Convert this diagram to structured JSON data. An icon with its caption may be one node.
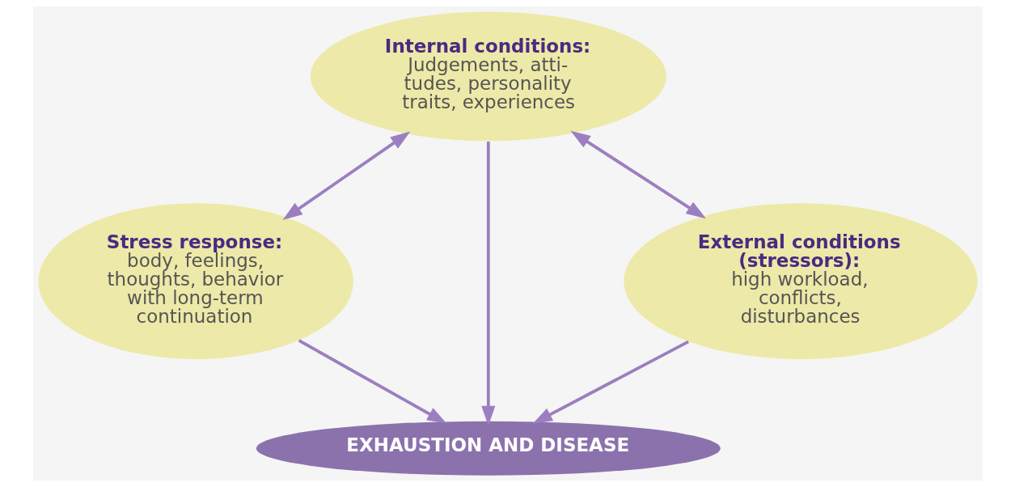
{
  "diagram": {
    "nodes": [
      {
        "text": [
          "Internal conditions:",
          "Judgements, atti- tudes, personality traits, experiences"
        ]
      },
      {
        "text": [
          "External conditions (stressors):",
          "high workload, conflicts, disturbances"
        ]
      },
      {
        "text": [
          "Stress response:",
          "body, feelings, thoughts, behavior with long-term continuation"
        ]
      },
      {
        "text": [
          "EXHAUSTION AND DISEASE"
        ]
      }
    ],
    "edges": [
      {
        "from": 1,
        "to": 0,
        "arrow": "both"
      },
      {
        "from": 0,
        "to": 2,
        "arrow": "both"
      },
      {
        "from": 1,
        "to": 3,
        "arrow": "to"
      },
      {
        "from": 0,
        "to": 3,
        "arrow": "to"
      },
      {
        "from": 2,
        "to": 3,
        "arrow": "to"
      }
    ]
  }
}
